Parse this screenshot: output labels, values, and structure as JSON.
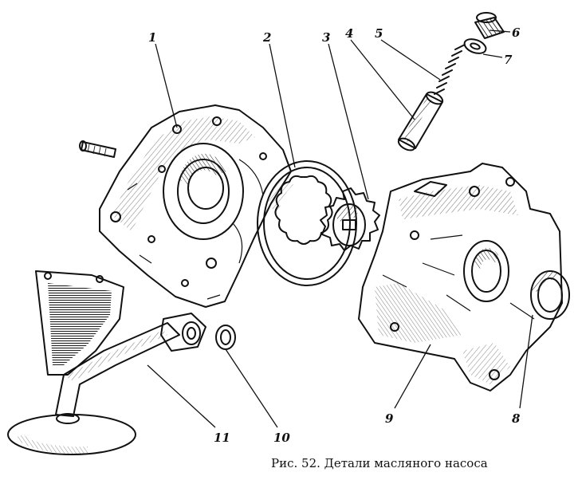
{
  "caption": "Рис. 52. Детали масляного насоса",
  "labels": [
    {
      "id": "1",
      "text": "1"
    },
    {
      "id": "2",
      "text": "2"
    },
    {
      "id": "3",
      "text": "3"
    },
    {
      "id": "4",
      "text": "4"
    },
    {
      "id": "5",
      "text": "5"
    },
    {
      "id": "6",
      "text": "6"
    },
    {
      "id": "7",
      "text": "7"
    },
    {
      "id": "8",
      "text": "8"
    },
    {
      "id": "9",
      "text": "9"
    },
    {
      "id": "10",
      "text": "10"
    },
    {
      "id": "11",
      "text": "11"
    }
  ]
}
